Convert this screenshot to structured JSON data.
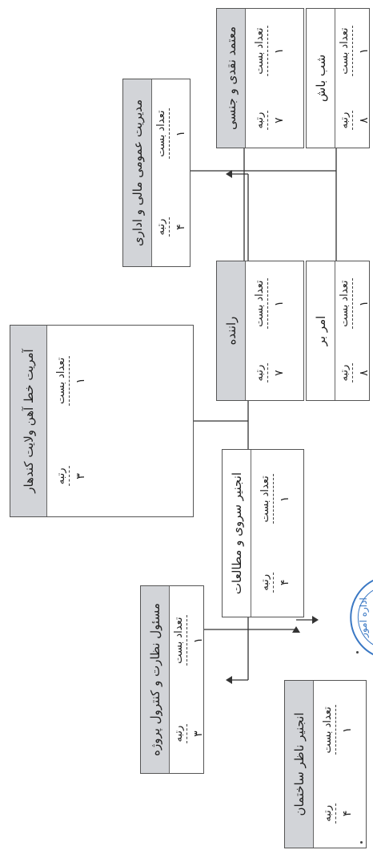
{
  "labels": {
    "count": "تعداد بست",
    "rank": "رتبه"
  },
  "units": {
    "head": {
      "title": "آمریت خط آهن ولایت کندهار",
      "count": "۱",
      "rank": "۳"
    },
    "supervision": {
      "title": "مسئول نظارت و کنترول پروژه",
      "count": "۱",
      "rank": "۳"
    },
    "finance": {
      "title": "مدیریت عمومی مالی و اداری",
      "count": "۱",
      "rank": "۴"
    },
    "building_engineer": {
      "title": "انجنیر ناظر ساختمان",
      "count": "۱",
      "rank": "۴"
    },
    "survey_engineer": {
      "title": "انجنیر سروی و مطالعات",
      "count": "۱",
      "rank": "۴"
    },
    "driver": {
      "title": "راننده",
      "count": "۱",
      "rank": "۷"
    },
    "cashier": {
      "title": "معتمد نقدی و جنسی",
      "count": "۱",
      "rank": "۷"
    },
    "orderly": {
      "title": "امر بر",
      "count": "۱",
      "rank": "۸"
    },
    "night_guard": {
      "title": "شب باش",
      "count": "۱",
      "rank": "۸"
    }
  },
  "stamp": {
    "text": "اداره امور"
  },
  "colors": {
    "header": "#d2d4d8",
    "line": "#333333",
    "stamp": "#3a78c4"
  }
}
